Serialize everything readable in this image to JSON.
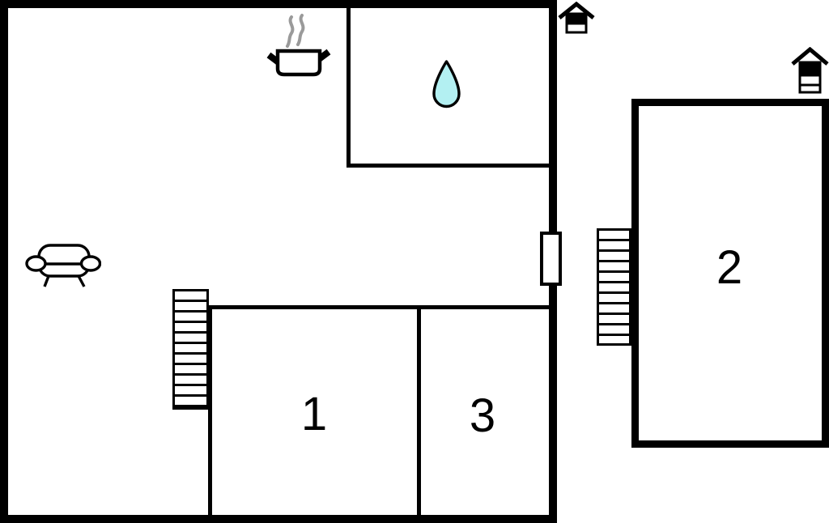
{
  "rooms": [
    {
      "id": "room-1",
      "label": "1"
    },
    {
      "id": "room-2",
      "label": "2"
    },
    {
      "id": "room-3",
      "label": "3"
    }
  ],
  "colors": {
    "wall": "#000000",
    "background": "#ffffff",
    "water_drop_fill": "#b3f0f2",
    "water_drop_stroke": "#000000",
    "steam": "#9a9a9a"
  },
  "icons": {
    "sofa": "sofa-icon",
    "cooking_pot": "cooking-pot-icon",
    "water_drop": "water-drop-icon",
    "stairs_main": "stairs-icon",
    "stairs_annex": "stairs-icon",
    "entrance_main": "house-entrance-icon",
    "entrance_annex": "house-entrance-icon"
  }
}
